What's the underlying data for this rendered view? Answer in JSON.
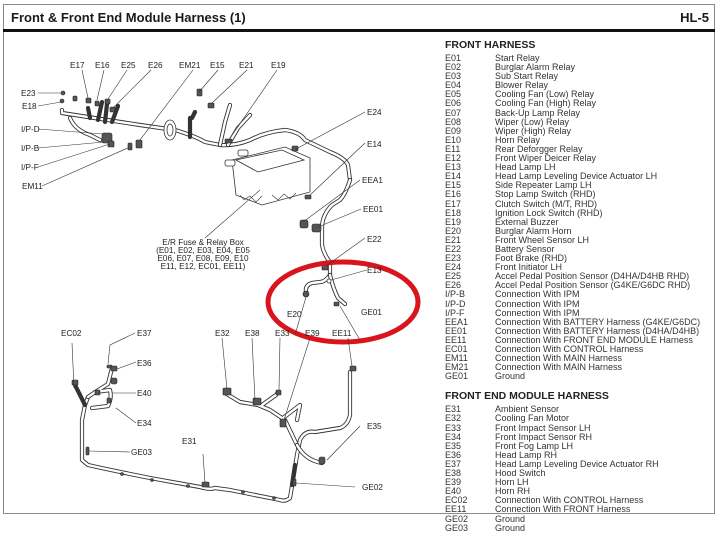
{
  "header": {
    "title": "Front & Front End Module Harness (1)",
    "page_code": "HL-5"
  },
  "diagram": {
    "labels": {
      "E17": "E17",
      "E16": "E16",
      "E25": "E25",
      "E26": "E26",
      "EM21": "EM21",
      "E15": "E15",
      "E21": "E21",
      "E19": "E19",
      "E23": "E23",
      "E18": "E18",
      "IPD": "I/P-D",
      "IPB": "I/P-B",
      "IPF": "I/P-F",
      "EM11": "EM11",
      "E24": "E24",
      "E14": "E14",
      "EEA1": "EEA1",
      "EE01": "EE01",
      "E22": "E22",
      "E13": "E13",
      "E20": "E20",
      "GE01": "GE01",
      "EC02": "EC02",
      "E37": "E37",
      "E36": "E36",
      "E40": "E40",
      "E34": "E34",
      "GE03": "GE03",
      "E31": "E31",
      "E32": "E32",
      "E38": "E38",
      "E33": "E33",
      "E39": "E39",
      "EE11": "EE11",
      "E35": "E35",
      "GE02": "GE02"
    },
    "relay_box": {
      "line1": "E/R Fuse & Relay Box",
      "line2": "(E01, E02, E03, E04, E05",
      "line3": "E06, E07, E08, E09, E10",
      "line4": "E11, E12, EC01, EE11)"
    },
    "highlight_color": "#d9141c"
  },
  "front_harness": {
    "heading": "FRONT HARNESS",
    "items": [
      {
        "code": "E01",
        "desc": "Start Relay"
      },
      {
        "code": "E02",
        "desc": "Burglar Alarm Relay"
      },
      {
        "code": "E03",
        "desc": "Sub Start Relay"
      },
      {
        "code": "E04",
        "desc": "Blower Relay"
      },
      {
        "code": "E05",
        "desc": "Cooling Fan (Low) Relay"
      },
      {
        "code": "E06",
        "desc": "Cooling Fan (High) Relay"
      },
      {
        "code": "E07",
        "desc": "Back-Up Lamp Relay"
      },
      {
        "code": "E08",
        "desc": "Wiper (Low) Relay"
      },
      {
        "code": "E09",
        "desc": "Wiper (High) Relay"
      },
      {
        "code": "E10",
        "desc": "Horn Relay"
      },
      {
        "code": "E11",
        "desc": "Rear Deforgger Relay"
      },
      {
        "code": "E12",
        "desc": "Front Wiper Deicer Relay"
      },
      {
        "code": "E13",
        "desc": "Head Lamp LH"
      },
      {
        "code": "E14",
        "desc": "Head Lamp Leveling Device Actuator LH"
      },
      {
        "code": "E15",
        "desc": "Side Repeater Lamp LH"
      },
      {
        "code": "E16",
        "desc": "Stop Lamp Switch (RHD)"
      },
      {
        "code": "E17",
        "desc": "Clutch Switch (M/T, RHD)"
      },
      {
        "code": "E18",
        "desc": "Ignition Lock Switch (RHD)"
      },
      {
        "code": "E19",
        "desc": "External Buzzer"
      },
      {
        "code": "E20",
        "desc": "Burglar Alarm Horn"
      },
      {
        "code": "E21",
        "desc": "Front Wheel Sensor LH"
      },
      {
        "code": "E22",
        "desc": "Battery Sensor"
      },
      {
        "code": "E23",
        "desc": "Foot Brake (RHD)"
      },
      {
        "code": "E24",
        "desc": "Front Initiator LH"
      },
      {
        "code": "E25",
        "desc": "Accel Pedal Position Sensor (D4HA/D4HB RHD)"
      },
      {
        "code": "E26",
        "desc": "Accel Pedal Position Sensor (G4KE/G6DC RHD)"
      },
      {
        "code": "I/P-B",
        "desc": "Connection With IPM"
      },
      {
        "code": "I/P-D",
        "desc": "Connection With IPM"
      },
      {
        "code": "I/P-F",
        "desc": "Connection With IPM"
      },
      {
        "code": "EEA1",
        "desc": "Connection With BATTERY Harness (G4KE/G6DC)"
      },
      {
        "code": "EE01",
        "desc": "Connection With BATTERY Harness  (D4HA/D4HB)"
      },
      {
        "code": "EE11",
        "desc": "Connection With FRONT END MODULE Harness"
      },
      {
        "code": "EC01",
        "desc": "Connection With CONTROL Harness"
      },
      {
        "code": "EM11",
        "desc": "Connection With MAIN Harness"
      },
      {
        "code": "EM21",
        "desc": "Connection With MAIN Harness"
      },
      {
        "code": "GE01",
        "desc": "Ground"
      }
    ]
  },
  "front_end_module_harness": {
    "heading": "FRONT END MODULE HARNESS",
    "items": [
      {
        "code": "E31",
        "desc": "Ambient Sensor"
      },
      {
        "code": "E32",
        "desc": "Cooling Fan Motor"
      },
      {
        "code": "E33",
        "desc": "Front Impact Sensor LH"
      },
      {
        "code": "E34",
        "desc": "Front Impact Sensor RH"
      },
      {
        "code": "E35",
        "desc": "Front Fog Lamp LH"
      },
      {
        "code": "E36",
        "desc": "Head Lamp RH"
      },
      {
        "code": "E37",
        "desc": "Head Lamp Leveling Device Actuator RH"
      },
      {
        "code": "E38",
        "desc": "Hood Switch"
      },
      {
        "code": "E39",
        "desc": "Horn LH"
      },
      {
        "code": "E40",
        "desc": "Horn RH"
      },
      {
        "code": "EC02",
        "desc": "Connection With CONTROL Harness"
      },
      {
        "code": "EE11",
        "desc": "Connection With FRONT Harness"
      },
      {
        "code": "GE02",
        "desc": "Ground"
      },
      {
        "code": "GE03",
        "desc": "Ground"
      }
    ]
  }
}
